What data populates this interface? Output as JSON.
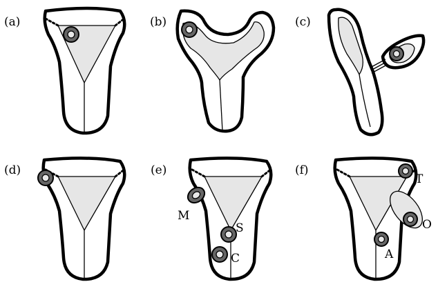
{
  "panels": [
    {
      "id": "a",
      "label": "(a)"
    },
    {
      "id": "b",
      "label": "(b)"
    },
    {
      "id": "c",
      "label": "(c)"
    },
    {
      "id": "d",
      "label": "(d)"
    },
    {
      "id": "e",
      "label": "(e)",
      "markers": [
        "M",
        "S",
        "C"
      ]
    },
    {
      "id": "f",
      "label": "(f)",
      "markers": [
        "T",
        "O",
        "A"
      ]
    }
  ]
}
